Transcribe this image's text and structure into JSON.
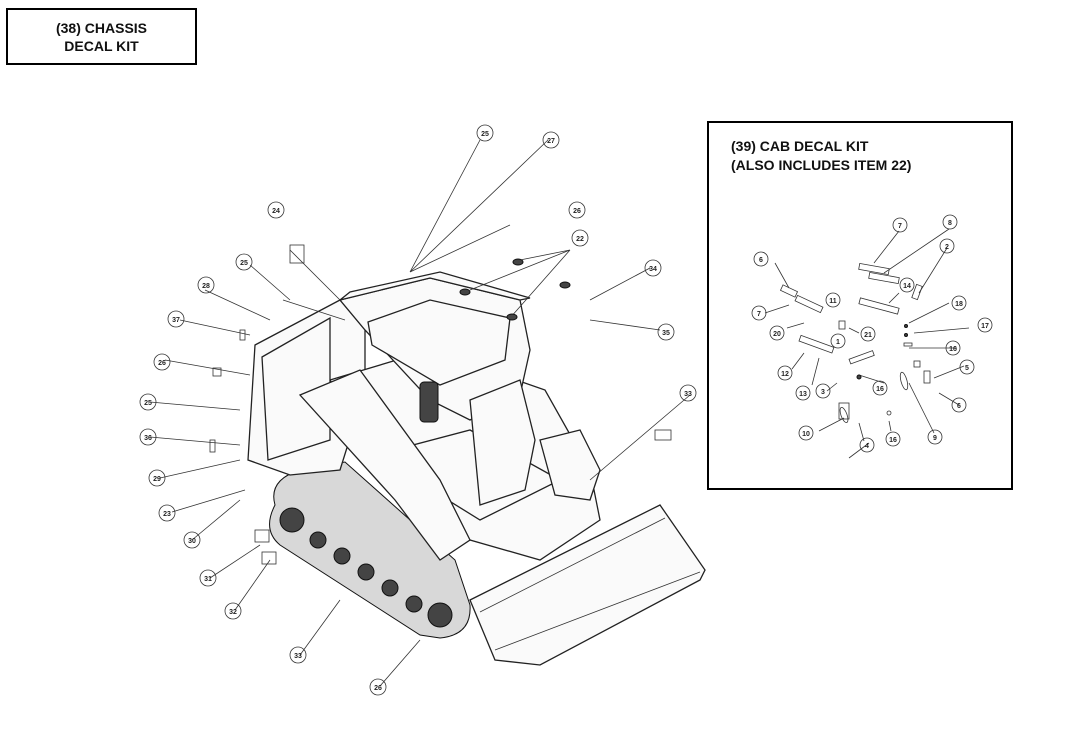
{
  "chassis_kit": {
    "line1": "(38) CHASSIS",
    "line2": "DECAL KIT"
  },
  "cab_kit": {
    "line1": "(39) CAB DECAL KIT",
    "line2": "(ALSO INCLUDES ITEM 22)"
  },
  "callouts": [
    "25",
    "27",
    "26",
    "24",
    "22",
    "25",
    "28",
    "34",
    "37",
    "35",
    "26",
    "25",
    "36",
    "29",
    "23",
    "30",
    "33",
    "31",
    "32",
    "33",
    "26"
  ],
  "cab_callouts": [
    "7",
    "8",
    "6",
    "2",
    "7",
    "11",
    "14",
    "18",
    "20",
    "21",
    "17",
    "1",
    "16",
    "12",
    "5",
    "13",
    "3",
    "16",
    "6",
    "10",
    "4",
    "16",
    "9"
  ]
}
